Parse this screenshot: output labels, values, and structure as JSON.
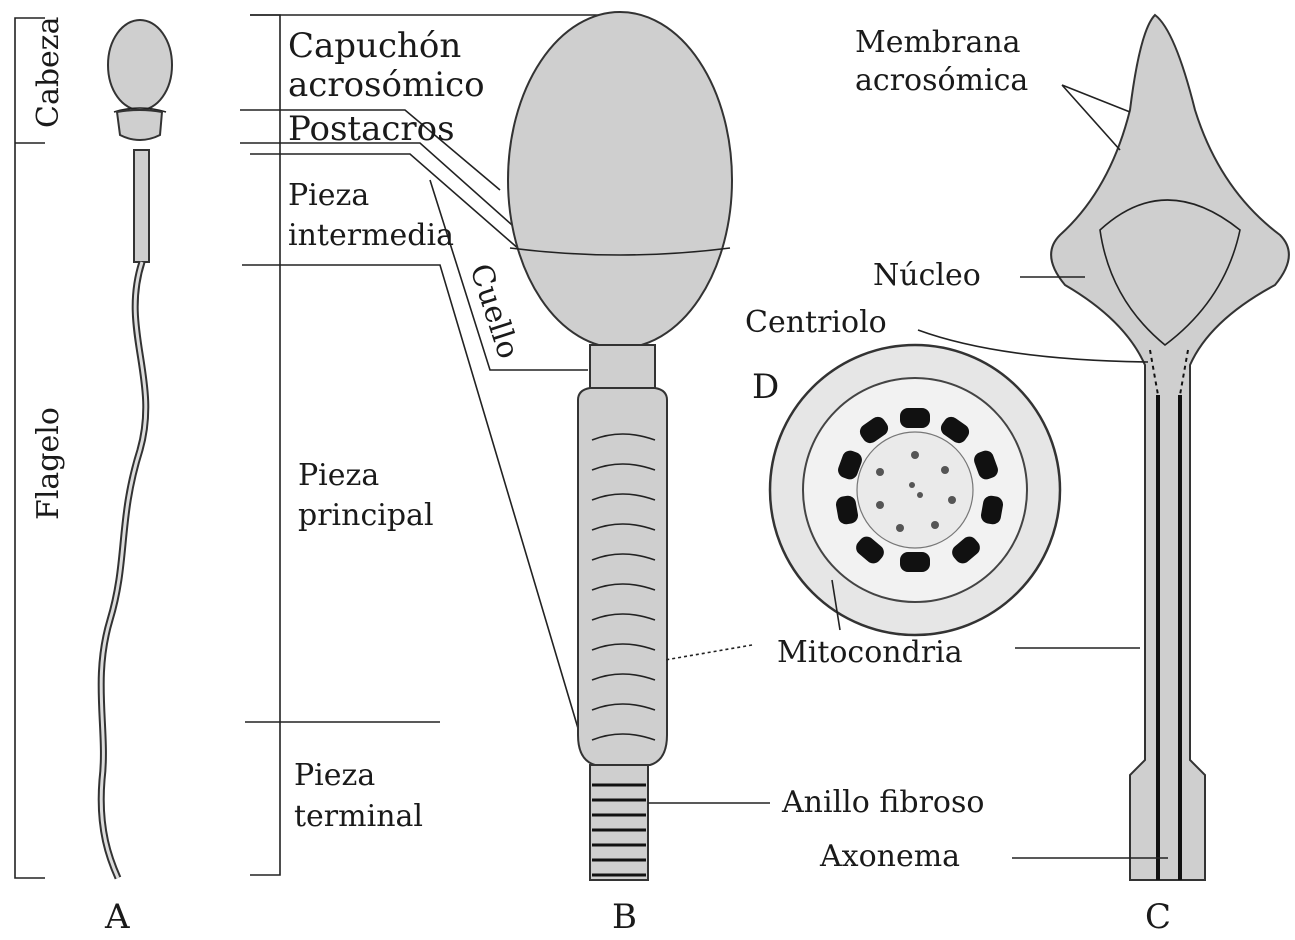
{
  "panels": {
    "a": "A",
    "b": "B",
    "c": "C",
    "d": "D"
  },
  "labels": {
    "cabeza": "Cabeza",
    "flagelo": "Flagelo",
    "capuchon_1": "Capuchón",
    "capuchon_2": "acrosómico",
    "postacros": "Postacros",
    "pieza_intermedia_1": "Pieza",
    "pieza_intermedia_2": "intermedia",
    "cuello": "Cuello",
    "pieza_principal_1": "Pieza",
    "pieza_principal_2": "principal",
    "pieza_terminal_1": "Pieza",
    "pieza_terminal_2": "terminal",
    "membrana_1": "Membrana",
    "membrana_2": "acrosómica",
    "nucleo": "Núcleo",
    "centriolo": "Centriolo",
    "mitocondria": "Mitocondria",
    "anillo_fibroso": "Anillo fibroso",
    "axonema": "Axonema"
  },
  "colors": {
    "fill": "#cfcfcf",
    "stroke": "#222222",
    "dark": "#111111"
  }
}
